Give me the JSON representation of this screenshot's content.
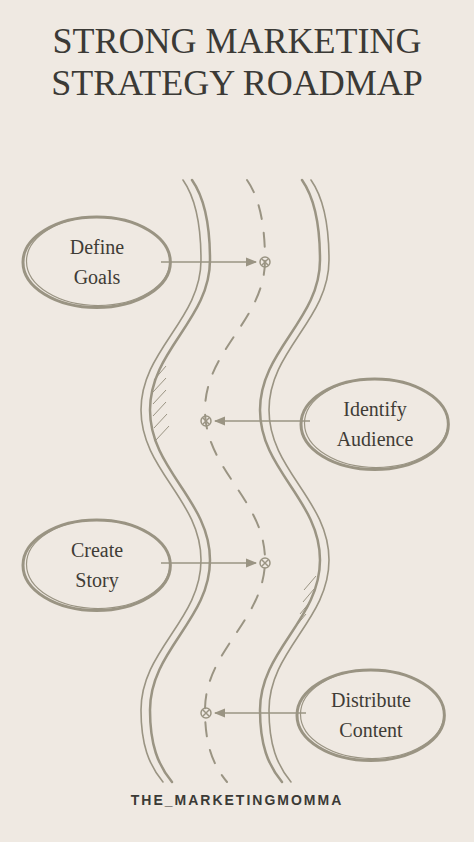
{
  "diagram": {
    "title": "STRONG MARKETING STRATEGY ROADMAP",
    "nodes": [
      {
        "text": [
          "Define Goals"
        ]
      },
      {
        "text": [
          "Identify Audience"
        ]
      },
      {
        "text": [
          "Create Story"
        ]
      },
      {
        "text": [
          "Distribute Content"
        ]
      }
    ],
    "labels": [
      "THE_MARKETINGMOMMA"
    ]
  }
}
